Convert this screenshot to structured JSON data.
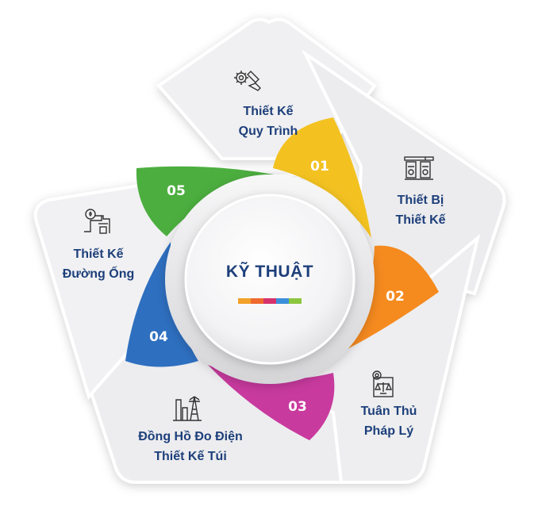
{
  "center": {
    "title": "KỸ THUẬT",
    "bar_colors": [
      "#f2a12a",
      "#ee6a2f",
      "#d6336c",
      "#3c8fd9",
      "#8cc63f"
    ]
  },
  "segments": [
    {
      "number": "01",
      "color": "#f3c221",
      "label_lines": [
        "Thiết Kế",
        "Quy Trình"
      ],
      "icon": "engineering-gear-icon"
    },
    {
      "number": "02",
      "color": "#f58a1f",
      "label_lines": [
        "Thiết Bị",
        "Thiết Kế"
      ],
      "icon": "equipment-machine-icon"
    },
    {
      "number": "03",
      "color": "#c83a9e",
      "label_lines": [
        "Tuân Thủ",
        "Pháp Lý"
      ],
      "icon": "legal-document-icon"
    },
    {
      "number": "04",
      "color": "#2e6fc0",
      "label_lines": [
        "Đồng Hồ Đo Điện",
        "Thiết Kế Túi"
      ],
      "icon": "power-tower-icon"
    },
    {
      "number": "05",
      "color": "#4cae3f",
      "label_lines": [
        "Thiết Kế",
        "Đường Ống"
      ],
      "icon": "pipeline-valve-icon"
    }
  ]
}
